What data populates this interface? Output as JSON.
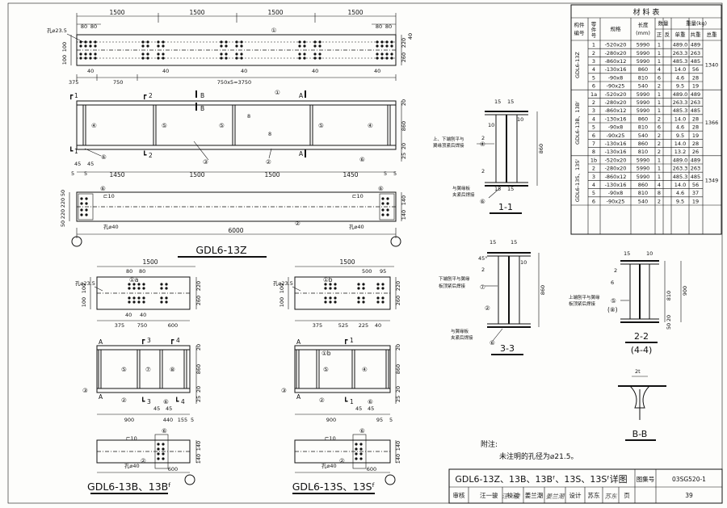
{
  "elevation_z": {
    "top_dims": [
      "1500",
      "1500",
      "1500",
      "1500"
    ],
    "left_small": [
      "80",
      "80"
    ],
    "right_small": [
      "80",
      "80"
    ],
    "hole_note": "孔⌀23.5",
    "vert_left": [
      "100",
      "100"
    ],
    "vert_right": [
      "260",
      "220",
      "40"
    ],
    "pitch_40": "40",
    "bottom_a": "375",
    "bottom_b": "750",
    "bottom_c": "750x5=3750",
    "sec2": "2",
    "sec1": "1",
    "secB": "B",
    "secA": "A",
    "mid_dims": [
      "1450",
      "1500",
      "1500",
      "1450"
    ],
    "small_5": "5",
    "small_45": "45",
    "right_vert": [
      "20",
      "860",
      "20",
      "25"
    ],
    "plan_left": [
      "50",
      "220",
      "220",
      "50"
    ],
    "plan_right": [
      "140",
      "140"
    ],
    "l10": "⊏10",
    "hole40": "孔⌀40",
    "total": "6000",
    "title": "GDL6-13Z"
  },
  "parts": {
    "p1": "①",
    "p2": "②",
    "p3": "③",
    "p4": "④",
    "p5": "⑤",
    "p6": "⑥",
    "p7": "⑦",
    "p8": "⑧",
    "p1a": "①a",
    "p1b": "①b",
    "p8c": "(⑧)"
  },
  "elevation_b": {
    "top": "1500",
    "d80": "80",
    "hole": "孔⌀23.5",
    "v": [
      "100",
      "100"
    ],
    "vr": [
      "260",
      "220",
      "40"
    ],
    "d40": "40",
    "bot": [
      "375",
      "750",
      "600"
    ],
    "A": "A",
    "g3": "3",
    "g4": "4",
    "rv": [
      "20",
      "860",
      "20",
      "25"
    ],
    "s5": "5",
    "s45": "45",
    "bot2": [
      "900",
      "440",
      "155",
      "5"
    ],
    "l10": "⊏10",
    "hole40": "孔⌀40",
    "dim600": "600",
    "title": "GDL6-13B、13Bᶠ"
  },
  "elevation_s": {
    "top": "1500",
    "d500": "500",
    "d95": "95",
    "hole": "孔⌀23.5",
    "v": [
      "100",
      "100"
    ],
    "vr": [
      "260",
      "220",
      "40"
    ],
    "bot": [
      "375",
      "525",
      "225",
      "40"
    ],
    "A": "A",
    "g1": "1",
    "rv": [
      "20",
      "860",
      "20",
      "25"
    ],
    "bot2": [
      "900",
      "95",
      "5"
    ],
    "l10": "⊏10",
    "hole40": "孔⌀40",
    "dim600": "600",
    "title": "GDL6-13S、13Sᶠ"
  },
  "section_11": {
    "d15": "15",
    "d10": "10",
    "d2": "2",
    "h860": "860",
    "note1a": "上、下端刨平与",
    "note1b": "翼缘顶紧后焊接",
    "note2a": "与翼缘板",
    "note2b": "夹紧后焊接",
    "title": "1-1"
  },
  "section_33": {
    "a45": "45°",
    "note1a": "下端刨平与翼缘",
    "note1b": "板顶紧后焊接",
    "h860": "860",
    "note2a": "与翼缘板",
    "note2b": "夹紧后焊接",
    "title": "3-3"
  },
  "section_22": {
    "h900": "900",
    "h810": "810",
    "d50": "50",
    "d20": "20",
    "d5": "5",
    "note_a": "上端刨平与翼缘",
    "note_b": "板顶紧后焊接",
    "title": "2-2",
    "subtitle": "(4-4)"
  },
  "section_bb": {
    "d2t": "2t",
    "title": "B-B"
  },
  "notes": {
    "label": "附注:",
    "text": "未注明的孔径为⌀21.5。"
  },
  "material_table": {
    "title": "材  料  表",
    "headers": {
      "member": "构件编号",
      "part": "零件号",
      "spec": "规格",
      "length": "长度(mm)",
      "qty": "数量",
      "qty_pos": "正",
      "qty_neg": "反",
      "weight": "重量(kg)",
      "w_single": "单重",
      "w_total": "共重",
      "w_sum": "总重"
    },
    "groups": [
      {
        "name": "GDL6-13Z",
        "total": "1340",
        "rows": [
          [
            "1",
            "-520x20",
            "5990",
            "1",
            "",
            "489.0",
            "489"
          ],
          [
            "2",
            "-280x20",
            "5990",
            "1",
            "",
            "263.3",
            "263"
          ],
          [
            "3",
            "-860x12",
            "5990",
            "1",
            "",
            "485.3",
            "485"
          ],
          [
            "4",
            "-130x16",
            "860",
            "4",
            "",
            "14.0",
            "56"
          ],
          [
            "5",
            "-90x8",
            "810",
            "6",
            "",
            "4.6",
            "28"
          ],
          [
            "6",
            "-90x25",
            "540",
            "2",
            "",
            "9.5",
            "19"
          ]
        ]
      },
      {
        "name": "GDL6-13B、13Bᶠ",
        "total": "1366",
        "rows": [
          [
            "1a",
            "-520x20",
            "5990",
            "1",
            "",
            "489.0",
            "489"
          ],
          [
            "2",
            "-280x20",
            "5990",
            "1",
            "",
            "263.3",
            "263"
          ],
          [
            "3",
            "-860x12",
            "5990",
            "1",
            "",
            "485.3",
            "485"
          ],
          [
            "4",
            "-130x16",
            "860",
            "2",
            "",
            "14.0",
            "28"
          ],
          [
            "5",
            "-90x8",
            "810",
            "6",
            "",
            "4.6",
            "28"
          ],
          [
            "6",
            "-90x25",
            "540",
            "2",
            "",
            "9.5",
            "19"
          ],
          [
            "7",
            "-130x16",
            "860",
            "2",
            "",
            "14.0",
            "28"
          ],
          [
            "8",
            "-130x16",
            "810",
            "2",
            "",
            "13.2",
            "26"
          ]
        ]
      },
      {
        "name": "GDL6-13S、13Sᶠ",
        "total": "1349",
        "rows": [
          [
            "1b",
            "-520x20",
            "5990",
            "1",
            "",
            "489.0",
            "489"
          ],
          [
            "2",
            "-280x20",
            "5990",
            "1",
            "",
            "263.3",
            "263"
          ],
          [
            "3",
            "-860x12",
            "5990",
            "1",
            "",
            "485.3",
            "485"
          ],
          [
            "4",
            "-130x16",
            "860",
            "4",
            "",
            "14.0",
            "56"
          ],
          [
            "5",
            "-90x8",
            "810",
            "8",
            "",
            "4.6",
            "37"
          ],
          [
            "6",
            "-90x25",
            "540",
            "2",
            "",
            "9.5",
            "19"
          ]
        ]
      }
    ]
  },
  "title_block": {
    "drawing_title": "GDL6-13Z、13B、13Bᶠ、13S、13Sᶠ详图",
    "atlas_label": "图集号",
    "atlas_no": "03SG520-1",
    "review_label": "审核",
    "reviewer": "汪一骏",
    "reviewer_sign": "汪一骏",
    "check_label": "校对",
    "checker": "姜兰潮",
    "checker_sign": "姜兰潮",
    "design_label": "设计",
    "designer": "苏东",
    "designer_sign": "苏东",
    "page_label": "页",
    "page_no": "39"
  }
}
